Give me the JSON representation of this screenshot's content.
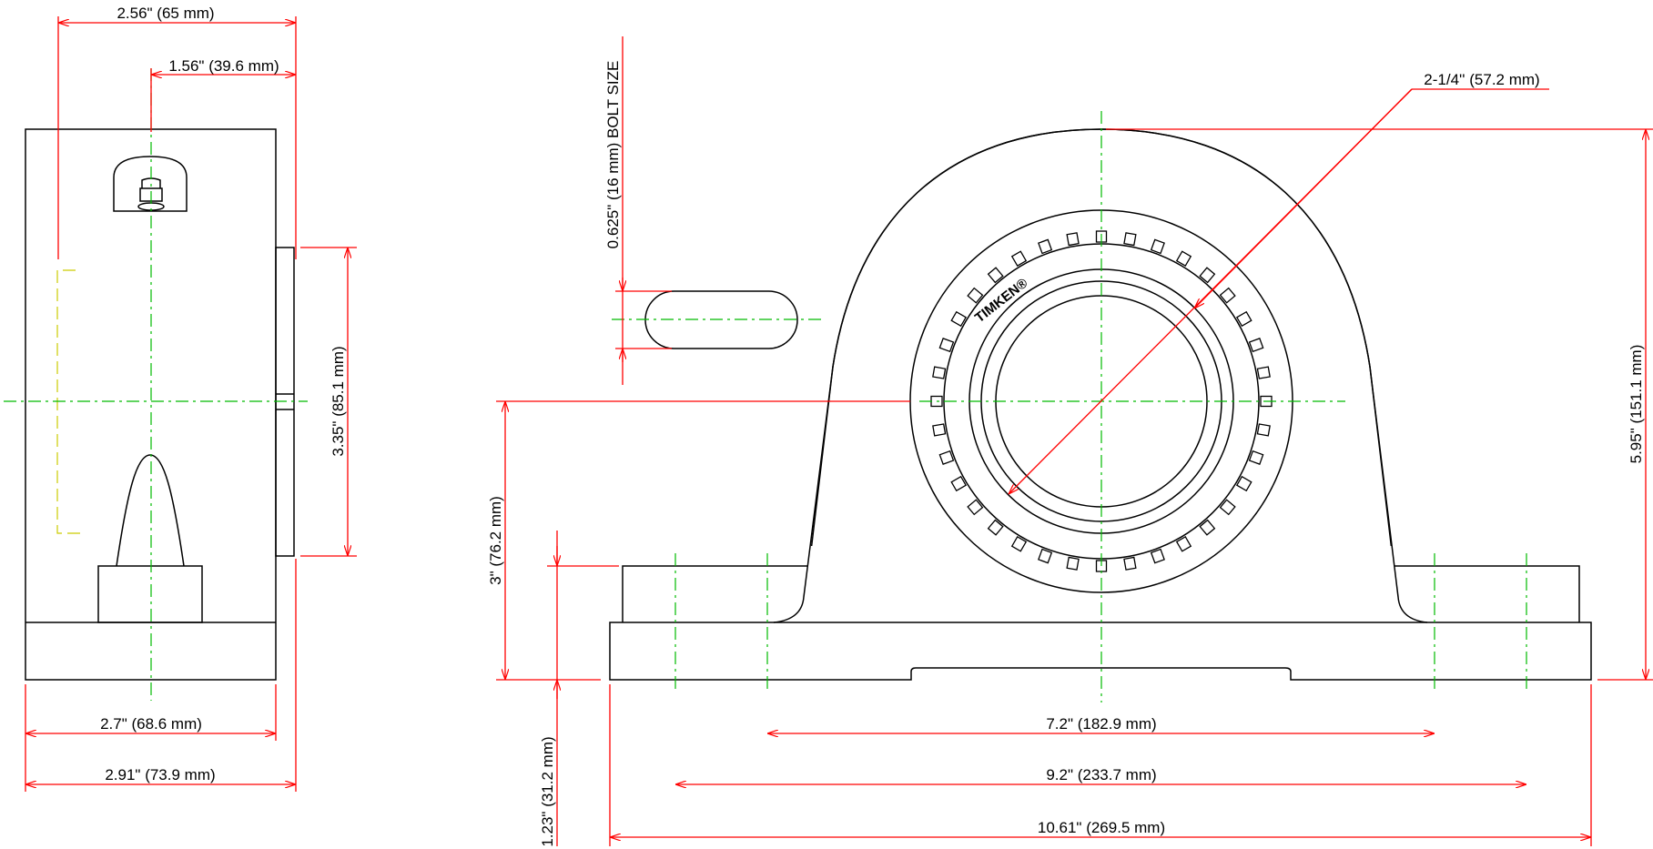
{
  "dimensions": {
    "top_width": "2.56\" (65 mm)",
    "top_offset": "1.56\" (39.6 mm)",
    "side_height": "3.35\" (85.1 mm)",
    "base_width_inner": "2.7\" (68.6 mm)",
    "base_width_outer": "2.91\" (73.9 mm)",
    "bolt_size": "0.625\" (16 mm) BOLT SIZE",
    "bore": "2-1/4'' (57.2 mm)",
    "center_height": "3\" (76.2 mm)",
    "base_thickness": "1.23\" (31.2 mm)",
    "overall_height": "5.95\" (151.1 mm)",
    "bolt_inner": "7.2\" (182.9 mm)",
    "bolt_outer": "9.2\" (233.7 mm)",
    "overall_length": "10.61\" (269.5 mm)"
  },
  "brand": "TIMKEN®",
  "colors": {
    "dimension": "#ff0000",
    "centerline": "#00bb00",
    "hidden": "#cccc00",
    "object": "#000000"
  }
}
